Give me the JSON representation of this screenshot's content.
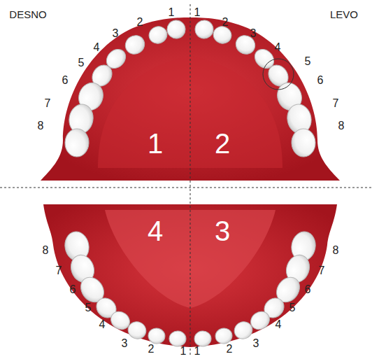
{
  "diagram": {
    "labels": [
      "DESNO",
      "LEVO",
      "1",
      "2",
      "3",
      "4",
      "5",
      "6",
      "7",
      "8",
      "1",
      "2",
      "3",
      "4",
      "5",
      "6",
      "7",
      "8",
      "1",
      "2",
      "4",
      "3",
      "8",
      "7",
      "6",
      "5",
      "4",
      "3",
      "2",
      "1",
      "1",
      "2",
      "3",
      "4",
      "5",
      "6",
      "7",
      "8"
    ]
  }
}
